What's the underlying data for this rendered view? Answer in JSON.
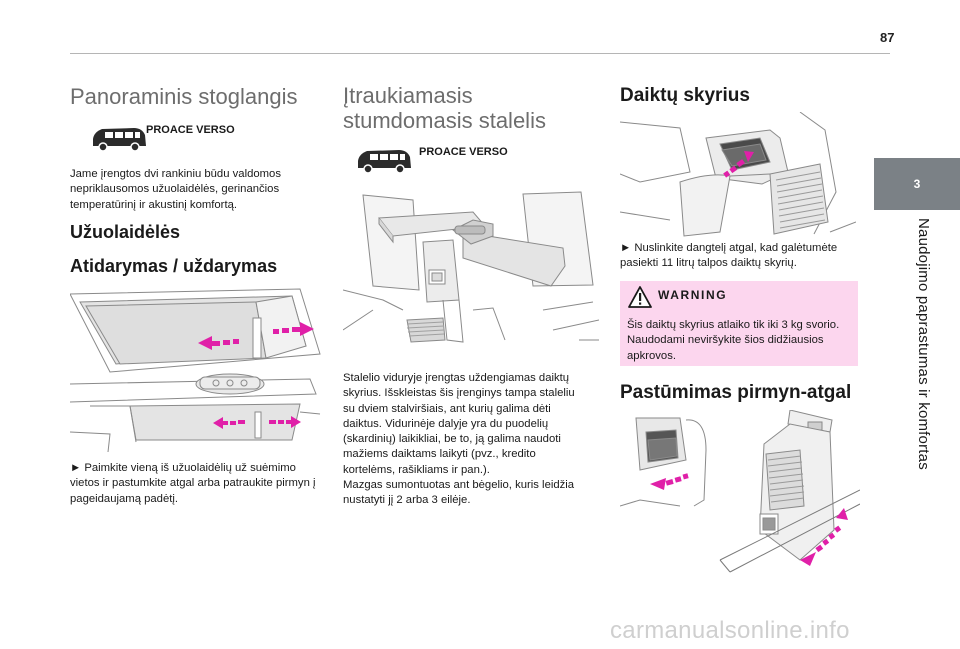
{
  "page": {
    "number": "87"
  },
  "chapter": {
    "number": "3",
    "title": "Naudojimo paprastumas ir komfortas"
  },
  "col1": {
    "heading": "Panoraminis stoglangis",
    "model": "PROACE VERSO",
    "intro": [
      "Jame įrengtos dvi rankiniu būdu valdomos",
      "nepriklausomos užuolaidėlės, gerinančios",
      "temperatūrinį ir akustinį komfortą."
    ],
    "sub1": "Užuolaidėlės",
    "sub2": "Atidarymas / uždarymas",
    "instruction": [
      "► Paimkite vieną iš užuolaidėlių už suėmimo",
      "vietos ir pastumkite atgal arba patraukite pirmyn į",
      "pageidaujamą padėtį."
    ]
  },
  "col2": {
    "heading": [
      "Įtraukiamasis",
      "stumdomasis stalelis"
    ],
    "model": "PROACE VERSO",
    "body": [
      "Stalelio viduryje įrengtas uždengiamas daiktų",
      "skyrius. Išskleistas šis įrenginys tampa staleliu",
      "su dviem stalviršiais, ant kurių galima dėti",
      "daiktus. Vidurinėje dalyje yra du puodelių",
      "(skardinių) laikikliai, be to, ją galima naudoti",
      "mažiems daiktams laikyti (pvz., kredito",
      "kortelėms, rašikliams ir pan.).",
      "Mazgas sumontuotas ant bėgelio, kuris leidžia",
      "nustatyti jį 2 arba 3 eilėje."
    ]
  },
  "col3": {
    "heading": "Daiktų skyrius",
    "instruction": [
      "► Nuslinkite dangtelį atgal, kad galėtumėte",
      "pasiekti 11 litrų talpos daiktų skyrių."
    ],
    "warning_title": "WARNING",
    "warning_text": [
      "Šis daiktų skyrius atlaiko tik iki 3 kg svorio.",
      "Naudodami neviršykite šios didžiausios",
      "apkrovos."
    ],
    "heading2": "Pastūmimas pirmyn-atgal"
  },
  "watermark": "carmanualsonline.info",
  "colors": {
    "accent": "#e020a8",
    "tab": "#7b8186",
    "warning_bg": "#fcd6ee",
    "heading_grey": "#6d6d6d"
  },
  "icons": [
    "van-icon",
    "warning-triangle-icon",
    "arrow-icon"
  ]
}
